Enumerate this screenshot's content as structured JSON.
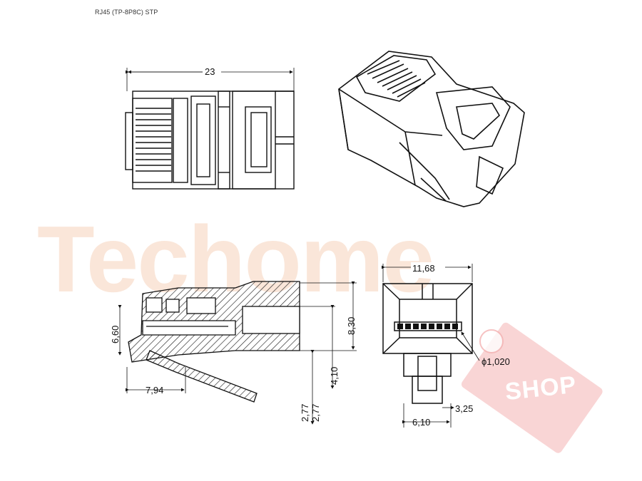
{
  "title": "RJ45 (TP-8P8C) STP",
  "watermark": {
    "brand": "Techome",
    "shop_label": "SHOP",
    "brand_color": "#f6d3bb",
    "tag_color": "#f4b3b3"
  },
  "dimensions": {
    "length": "23",
    "width": "11,68",
    "height_total": "8,30",
    "height_body": "6,60",
    "latch_offset": "7,94",
    "height_lower": "4,10",
    "latch_a": "2,77",
    "latch_b": "2,77",
    "contact_diameter": "ϕ1,020",
    "latch_width": "6,10",
    "latch_tab": "3,25"
  },
  "colors": {
    "line": "#111111",
    "hatch": "#222222"
  }
}
